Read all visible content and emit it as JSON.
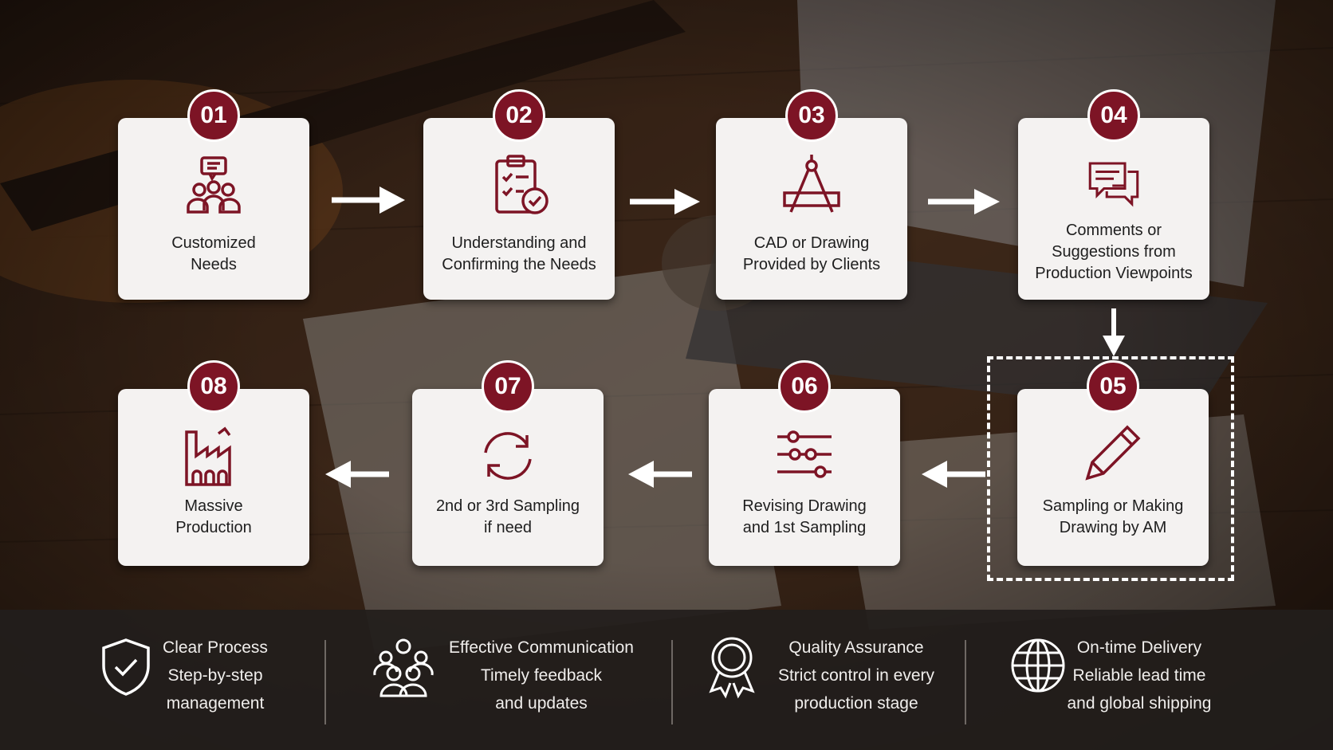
{
  "steps": [
    {
      "num": "01",
      "label": [
        "Customized",
        "Needs"
      ],
      "icon": "team-chat-icon"
    },
    {
      "num": "02",
      "label": [
        "Understanding and",
        "Confirming the Needs"
      ],
      "icon": "clipboard-check-icon"
    },
    {
      "num": "03",
      "label": [
        "CAD or Drawing",
        "Provided by Clients"
      ],
      "icon": "drafting-compass-icon"
    },
    {
      "num": "04",
      "label": [
        "Comments or",
        "Suggestions from",
        "Production Viewpoints"
      ],
      "icon": "chat-bubbles-icon"
    },
    {
      "num": "05",
      "label": [
        "Sampling or Making",
        "Drawing by AM"
      ],
      "icon": "pencil-icon"
    },
    {
      "num": "06",
      "label": [
        "Revising Drawing",
        "and 1st Sampling"
      ],
      "icon": "sliders-icon"
    },
    {
      "num": "07",
      "label": [
        "2nd or 3rd Sampling",
        "if need"
      ],
      "icon": "refresh-icon"
    },
    {
      "num": "08",
      "label": [
        "Massive",
        "Production"
      ],
      "icon": "factory-icon"
    }
  ],
  "features": [
    {
      "icon": "shield-check-icon",
      "lines": [
        "Clear Process",
        "Step-by-step",
        "management"
      ]
    },
    {
      "icon": "people-group-icon",
      "lines": [
        "Effective Communication",
        "Timely feedback",
        "and updates"
      ]
    },
    {
      "icon": "award-ribbon-icon",
      "lines": [
        "Quality Assurance",
        "Strict control in every",
        "production stage"
      ]
    },
    {
      "icon": "globe-icon",
      "lines": [
        "On-time Delivery",
        "Reliable lead time",
        "and global shipping"
      ]
    }
  ],
  "colors": {
    "accent": "#7d1425",
    "card": "#f4f2f1",
    "bar": "#221e1c"
  }
}
